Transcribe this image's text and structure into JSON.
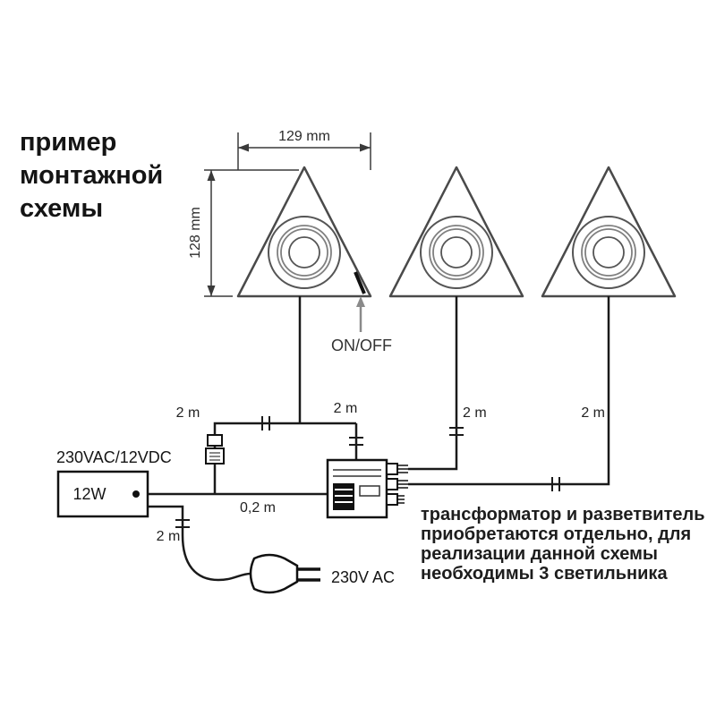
{
  "title": {
    "lines": [
      "пример",
      "монтажной",
      "схемы"
    ]
  },
  "dimensions": {
    "width": "129 mm",
    "height": "128 mm"
  },
  "switch": {
    "label": "ON/OFF"
  },
  "transformer": {
    "spec": "230VAC/12VDC",
    "power": "12W"
  },
  "cables": {
    "lamp1": "2 m",
    "splitter_top": "2 m",
    "lamp2": "2 m",
    "lamp3": "2 m",
    "transformer_to_splitter": "0,2 m",
    "mains": "2 m"
  },
  "mains": {
    "voltage": "230V AC"
  },
  "note": {
    "lines": [
      "трансформатор и разветвитель",
      "приобретаются отдельно, для",
      "реализации данной схемы",
      "необходимы 3 светильника"
    ],
    "color": "#FBAE17"
  },
  "colors": {
    "wire": "#1a1a1a",
    "outline": "#4a4a4a",
    "dimension": "#3a3a3a",
    "arrow_gray": "#8a8a8a"
  }
}
